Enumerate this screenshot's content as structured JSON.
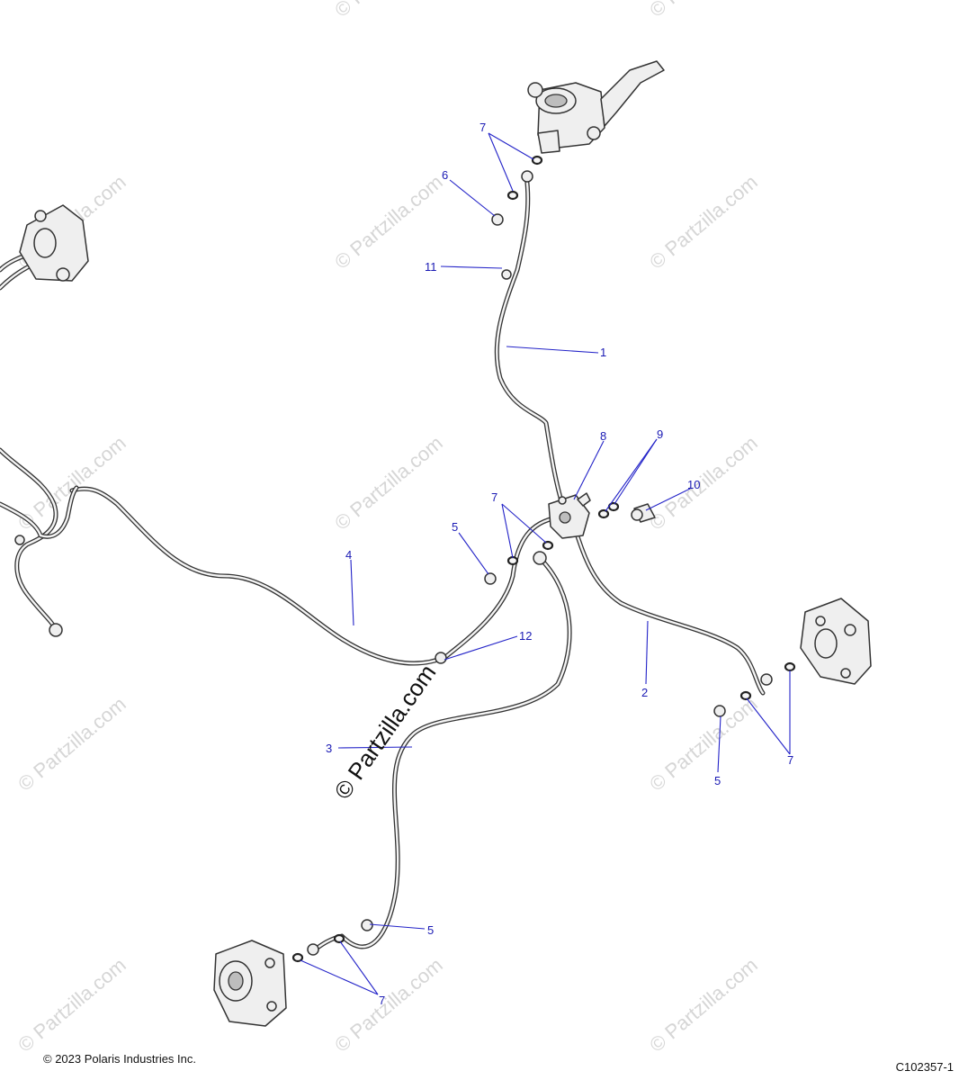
{
  "watermark_text": "© Partzilla.com",
  "center_watermark_text": "© Partzilla.com",
  "copyright": "© 2023 Polaris Industries Inc.",
  "figure_id": "C102357-1",
  "callouts": {
    "c1": "1",
    "c2": "2",
    "c3": "3",
    "c4": "4",
    "c5a": "5",
    "c5b": "5",
    "c5c": "5",
    "c6": "6",
    "c7a": "7",
    "c7b": "7",
    "c7c": "7",
    "c7d": "7",
    "c8": "8",
    "c9": "9",
    "c10": "10",
    "c11": "11",
    "c12": "12"
  },
  "colors": {
    "callout": "#1a1ab4",
    "line_art": "#333333",
    "watermark": "#d6d6d6"
  }
}
